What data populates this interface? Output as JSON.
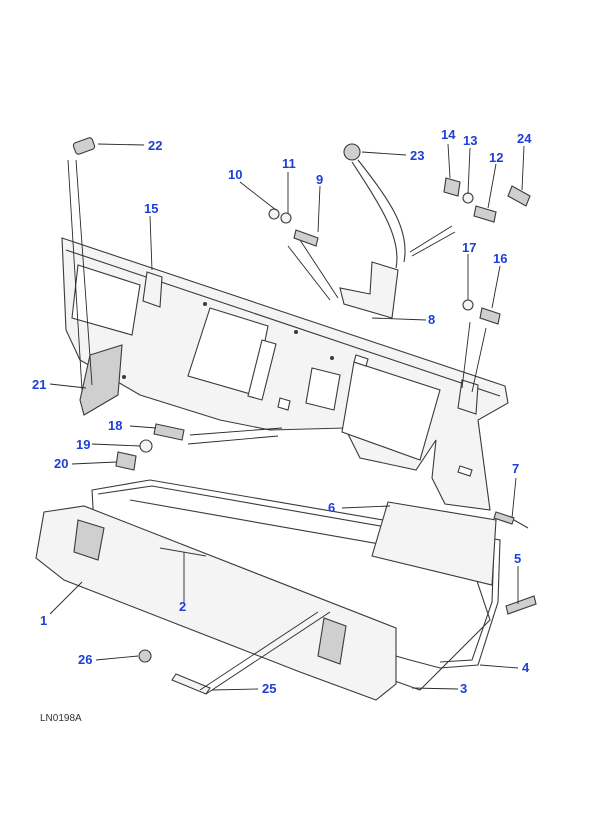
{
  "diagram": {
    "reference_code": "LN0198A",
    "callout_color": "#1f3fd6",
    "callouts": [
      "1",
      "2",
      "3",
      "4",
      "5",
      "6",
      "7",
      "8",
      "9",
      "10",
      "11",
      "12",
      "13",
      "14",
      "15",
      "16",
      "17",
      "18",
      "19",
      "20",
      "21",
      "22",
      "23",
      "24",
      "25",
      "26"
    ]
  }
}
